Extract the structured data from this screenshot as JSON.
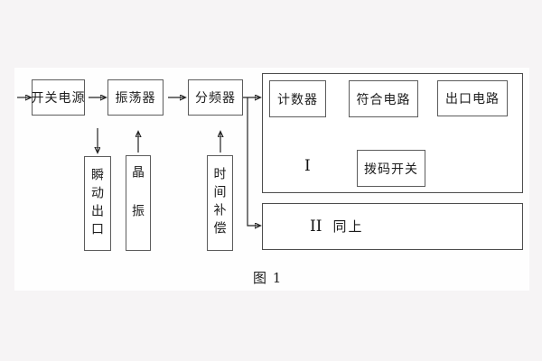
{
  "panel": {
    "caption": "图 1"
  },
  "blocks": {
    "switch_power": "开关电源",
    "oscillator": "振荡器",
    "freq_divider": "分频器",
    "counter": "计数器",
    "coincidence_circuit": "符合电路",
    "outlet_circuit": "出口电路",
    "dip_switch": "拨码开关",
    "instant_outlet": "瞬动出口",
    "crystal_osc": "晶振",
    "time_compensation": "时间补偿"
  },
  "groups": {
    "group1_label": "I",
    "group2_label": "II",
    "group2_note": "同上"
  },
  "colors": {
    "background": "#f6f4f5",
    "panel": "#fefefe",
    "box_border": "#5c5c5c",
    "text": "#1c1c1c",
    "line": "#222222"
  }
}
